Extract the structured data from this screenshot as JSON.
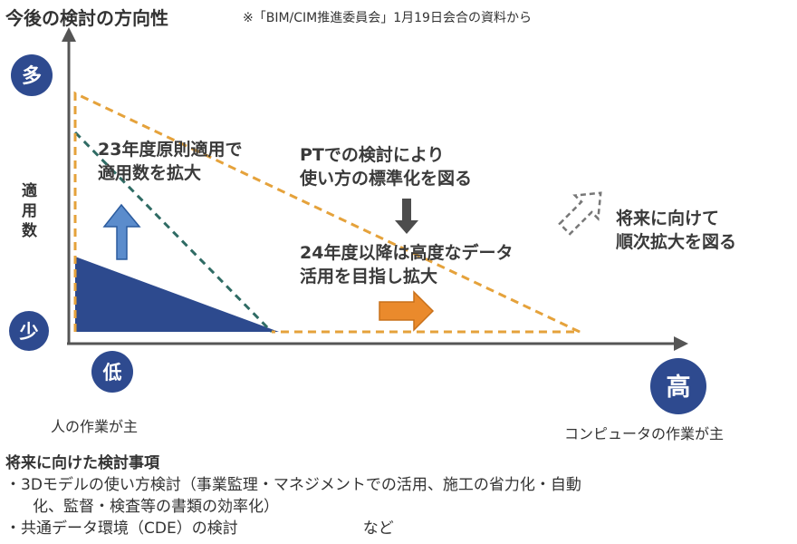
{
  "header": {
    "title": "今後の検討の方向性",
    "source_note": "※「BIM/CIM推進委員会」1月19日会合の資料から"
  },
  "y_axis": {
    "label": "適用数",
    "high": "多",
    "low": "少"
  },
  "x_axis": {
    "low": "低",
    "high": "高",
    "low_caption": "人の作業が主",
    "high_caption": "コンピュータの作業が主"
  },
  "annotations": {
    "fy23": [
      "23年度原則適用で",
      "適用数を拡大"
    ],
    "pt": [
      "PTでの検討により",
      "使い方の標準化を図る"
    ],
    "fy24": [
      "24年度以降は高度なデータ",
      "活用を目指し拡大"
    ],
    "future": [
      "将来に向けて",
      "順次拡大を図る"
    ]
  },
  "notes": {
    "heading": "将来に向けた検討事項",
    "items": [
      {
        "line1": "・3Dモデルの使い方検討（事業監理・マネジメントでの活用、施工の省力化・自動",
        "line2": "化、監督・検査等の書類の効率化）"
      },
      {
        "line1": "・共通データ環境（CDE）の検討",
        "suffix": "など"
      }
    ]
  },
  "colors": {
    "axis": "#555555",
    "circle": "#2e4a8f",
    "current_fill": "#2d4a8e",
    "fy23_dash": "#2f6b64",
    "fy24_dash": "#e5a23b",
    "up_arrow": "#5b8ccc",
    "right_arrow": "#ea8a2c",
    "down_arrow": "#4d4d4d",
    "future_arrow": "#777777"
  }
}
